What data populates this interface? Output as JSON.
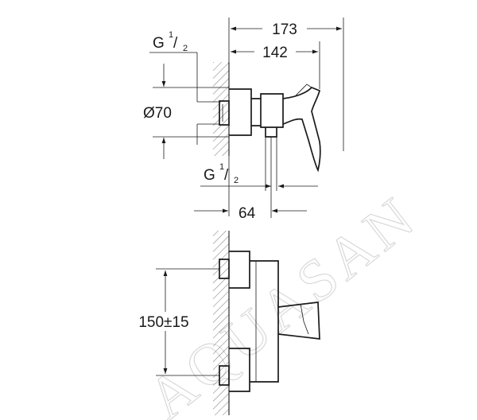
{
  "watermark": "AQUASAN",
  "dimensions": {
    "overall_depth": "173",
    "body_depth": "142",
    "outlet_offset": "64",
    "flange_diameter": "Ø70",
    "connection_spacing": "150±15",
    "thread_top": {
      "letter": "G",
      "num": "1",
      "den": "2"
    },
    "thread_bottom": {
      "letter": "G",
      "num": "1",
      "den": "2"
    }
  }
}
